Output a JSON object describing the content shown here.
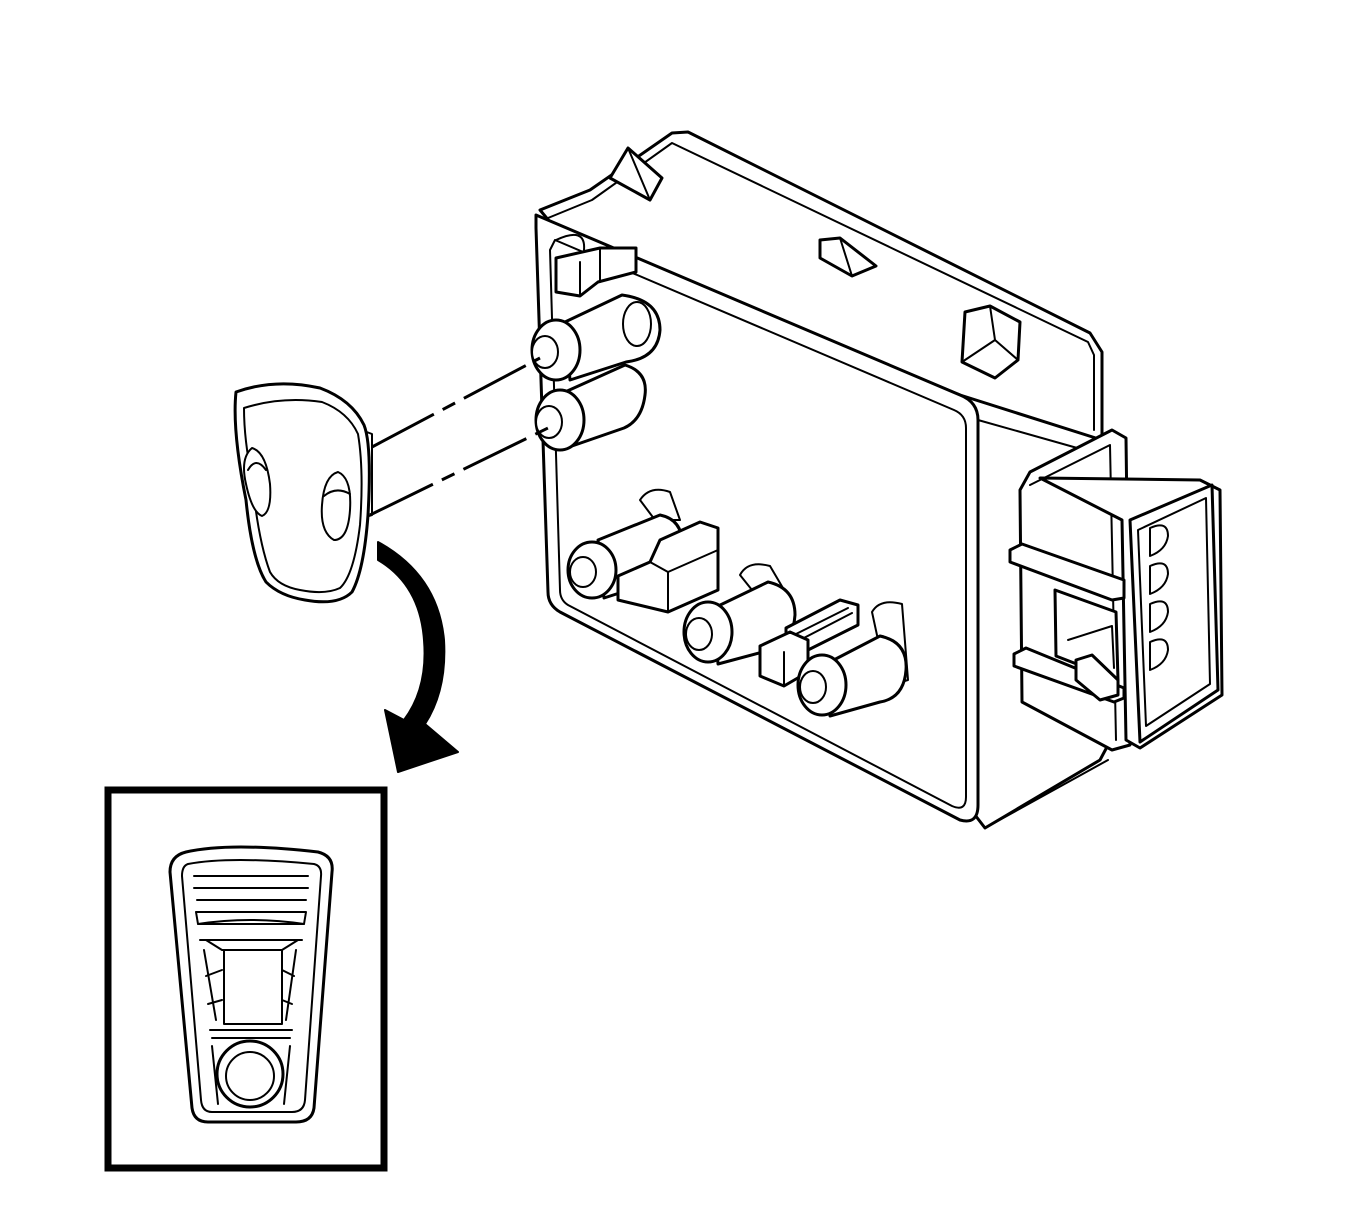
{
  "figure": {
    "colors": {
      "line": "#000000",
      "background": "#ffffff"
    },
    "parts": [
      "control-module",
      "connector",
      "key-fob",
      "fob-insert",
      "guide-lines",
      "rotation-arrow",
      "detail-inset"
    ]
  }
}
